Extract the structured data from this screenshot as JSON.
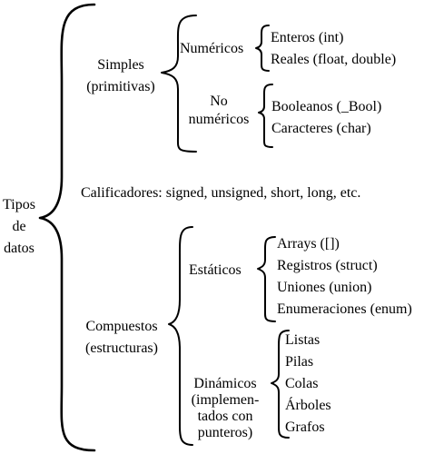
{
  "root": [
    "Tipos",
    "de",
    "datos"
  ],
  "simples": {
    "label": [
      "Simples",
      "(primitivas)"
    ],
    "numericos": {
      "label": "Numéricos",
      "items": [
        "Enteros (int)",
        "Reales (float, double)"
      ]
    },
    "no_numericos": {
      "label": [
        "No",
        "numéricos"
      ],
      "items": [
        "Booleanos (_Bool)",
        "Caracteres (char)"
      ]
    }
  },
  "calificadores": "Calificadores: signed, unsigned, short, long, etc.",
  "compuestos": {
    "label": [
      "Compuestos",
      "(estructuras)"
    ],
    "estaticos": {
      "label": "Estáticos",
      "items": [
        "Arrays ([])",
        "Registros (struct)",
        "Uniones (union)",
        "Enumeraciones (enum)"
      ]
    },
    "dinamicos": {
      "label": [
        "Dinámicos",
        "(implemen-",
        "tados con",
        "punteros)"
      ],
      "items": [
        "Listas",
        "Pilas",
        "Colas",
        "Árboles",
        "Grafos"
      ]
    }
  }
}
